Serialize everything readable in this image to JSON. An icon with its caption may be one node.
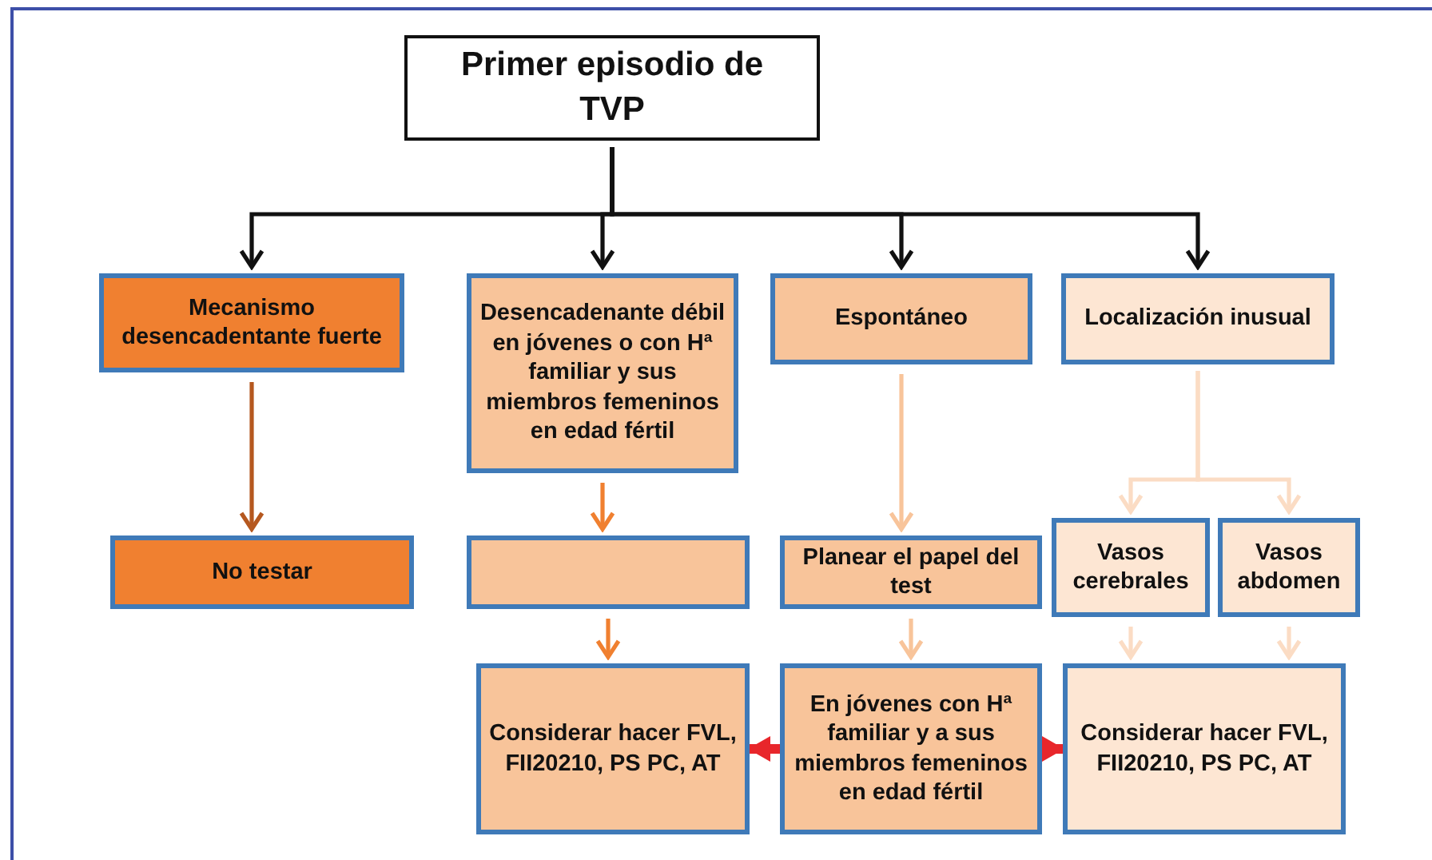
{
  "diagram": {
    "nodes": [
      {
        "text": [
          "Primer episodio de TVP"
        ]
      },
      {
        "text": [
          "Mecanismo desencadentante fuerte"
        ]
      },
      {
        "text": [
          "Desencadenante débil en jóvenes o con Hª familiar y sus miembros femeninos en edad fértil"
        ]
      },
      {
        "text": [
          "Espontáneo"
        ]
      },
      {
        "text": [
          "Localización inusual"
        ]
      },
      {
        "text": [
          "No testar"
        ]
      },
      {
        "text": [],
        "shape": "box"
      },
      {
        "text": [
          "Planear el papel del test"
        ]
      },
      {
        "text": [
          "Vasos cerebrales"
        ]
      },
      {
        "text": [
          "Vasos abdomen"
        ]
      },
      {
        "text": [
          "Considerar hacer FVL, FII20210, PS PC, AT"
        ]
      },
      {
        "text": [
          "En jóvenes con Hª familiar y a sus miembros femeninos en edad fértil"
        ]
      },
      {
        "text": [
          "Considerar hacer FVL, FII20210, PS PC, AT"
        ]
      }
    ],
    "edges": [
      {
        "from": 0,
        "to": 1,
        "arrow": "to"
      },
      {
        "from": 0,
        "to": 2,
        "arrow": "to"
      },
      {
        "from": 0,
        "to": 3,
        "arrow": "to"
      },
      {
        "from": 0,
        "to": 4,
        "arrow": "to"
      },
      {
        "from": 1,
        "to": 5,
        "arrow": "to",
        "color": "#b5581f"
      },
      {
        "from": 2,
        "to": 6,
        "arrow": "to",
        "color": "#f08030"
      },
      {
        "from": 6,
        "to": 10,
        "arrow": "to",
        "color": "#f08030"
      },
      {
        "from": 3,
        "to": 7,
        "arrow": "to",
        "color": "#f8c49a"
      },
      {
        "from": 7,
        "to": 11,
        "arrow": "to",
        "color": "#f8c49a"
      },
      {
        "from": 4,
        "to": 8,
        "arrow": "to",
        "color": "#fbdcc4"
      },
      {
        "from": 4,
        "to": 9,
        "arrow": "to",
        "color": "#fbdcc4"
      },
      {
        "from": 8,
        "to": 12,
        "arrow": "to",
        "color": "#fbdcc4"
      },
      {
        "from": 9,
        "to": 12,
        "arrow": "to",
        "color": "#fbdcc4"
      },
      {
        "from": 11,
        "to": 10,
        "arrow": "to",
        "style": "thick",
        "color": "#e8262b"
      },
      {
        "from": 11,
        "to": 12,
        "arrow": "to",
        "style": "thick",
        "color": "#e8262b"
      }
    ]
  }
}
